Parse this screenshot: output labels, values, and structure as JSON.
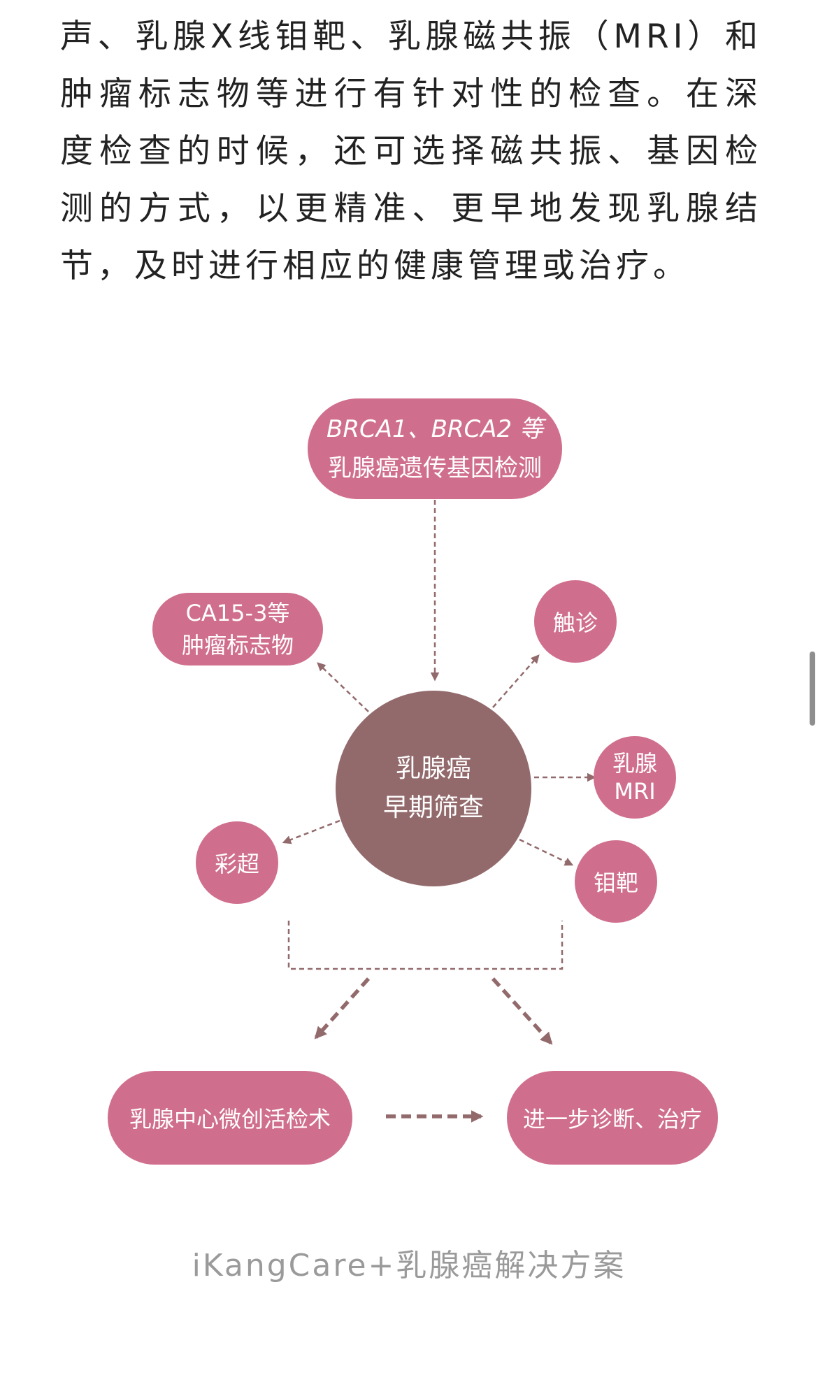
{
  "article": {
    "paragraph": "声、乳腺X线钼靶、乳腺磁共振（MRI）和肿瘤标志物等进行有针对性的检查。在深度检查的时候，还可选择磁共振、基因检测的方式，以更精准、更早地发现乳腺结节，及时进行相应的健康管理或治疗。"
  },
  "diagram": {
    "center": {
      "line1": "乳腺癌",
      "line2": "早期筛查"
    },
    "gene_test": {
      "line1": "BRCA1、BRCA2 等",
      "line2": "乳腺癌遗传基因检测"
    },
    "tumor_marker": {
      "line1": "CA15-3等",
      "line2": "肿瘤标志物"
    },
    "palpation": {
      "label": "触诊"
    },
    "mri": {
      "line1": "乳腺",
      "line2": "MRI"
    },
    "ultrasound": {
      "label": "彩超"
    },
    "mammography": {
      "label": "钼靶"
    },
    "biopsy": {
      "label": "乳腺中心微创活检术"
    },
    "treatment": {
      "label": "进一步诊断、治疗"
    },
    "colors": {
      "node": "#d06f8d",
      "center": "#936a6c",
      "arrow": "#936a6c"
    }
  },
  "caption": "iKangCare+乳腺癌解决方案"
}
